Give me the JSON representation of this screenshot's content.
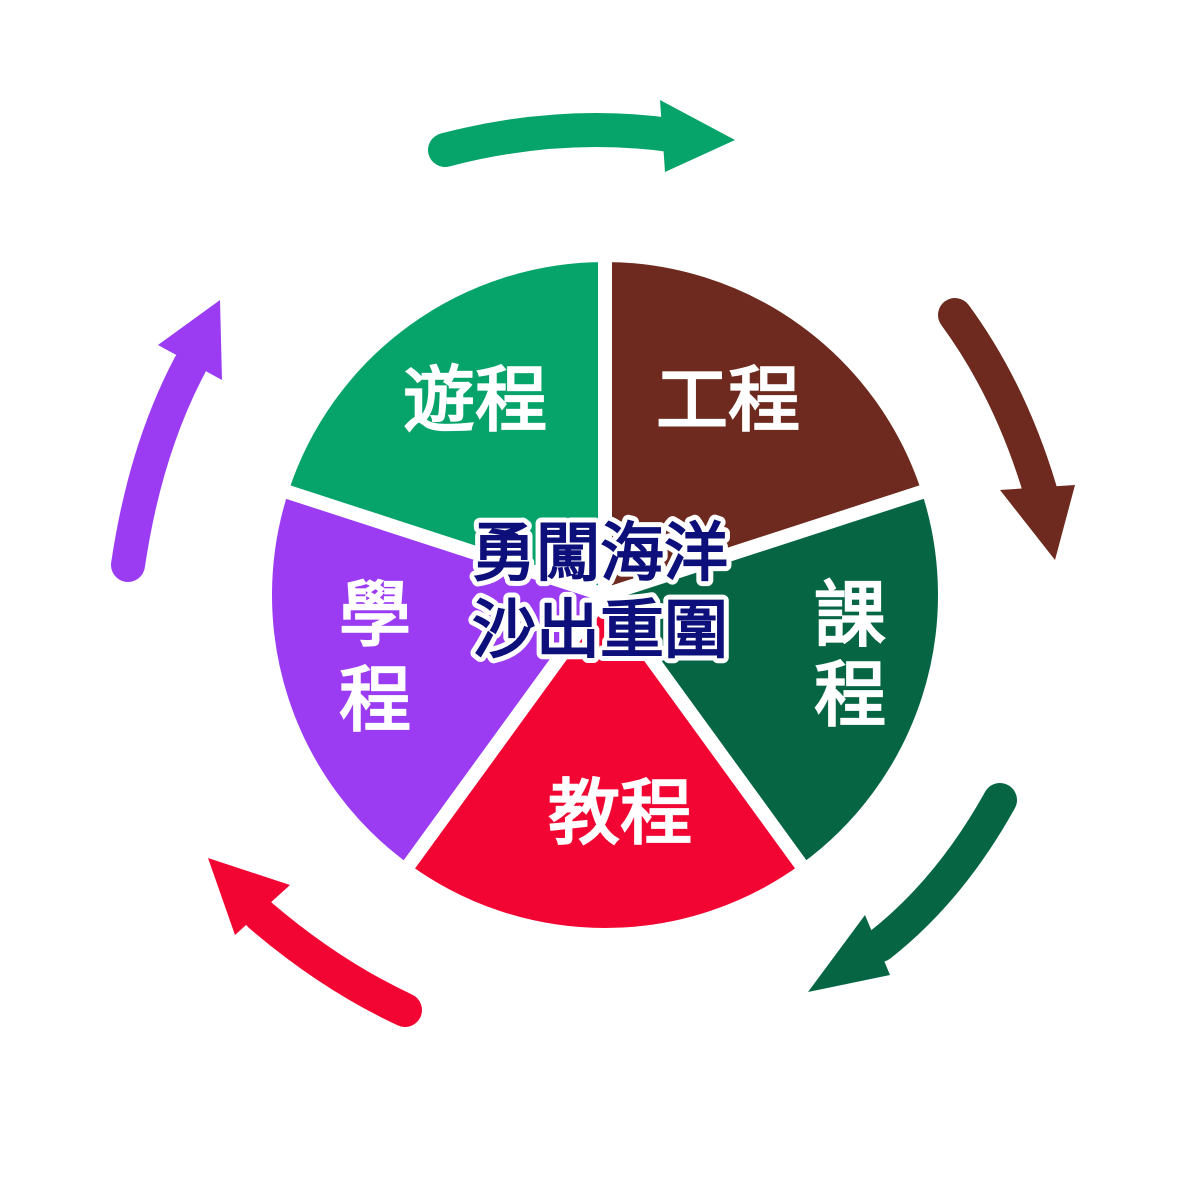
{
  "title_lines": [
    "勇闖海洋",
    "沙出重圍"
  ],
  "segments": [
    {
      "label": "工程",
      "color": "#6e2a1e"
    },
    {
      "label": "課程",
      "color": "#066644"
    },
    {
      "label": "教程",
      "color": "#f20532"
    },
    {
      "label": "學程",
      "color": "#9b3bf2"
    },
    {
      "label": "遊程",
      "color": "#06a46a"
    }
  ]
}
